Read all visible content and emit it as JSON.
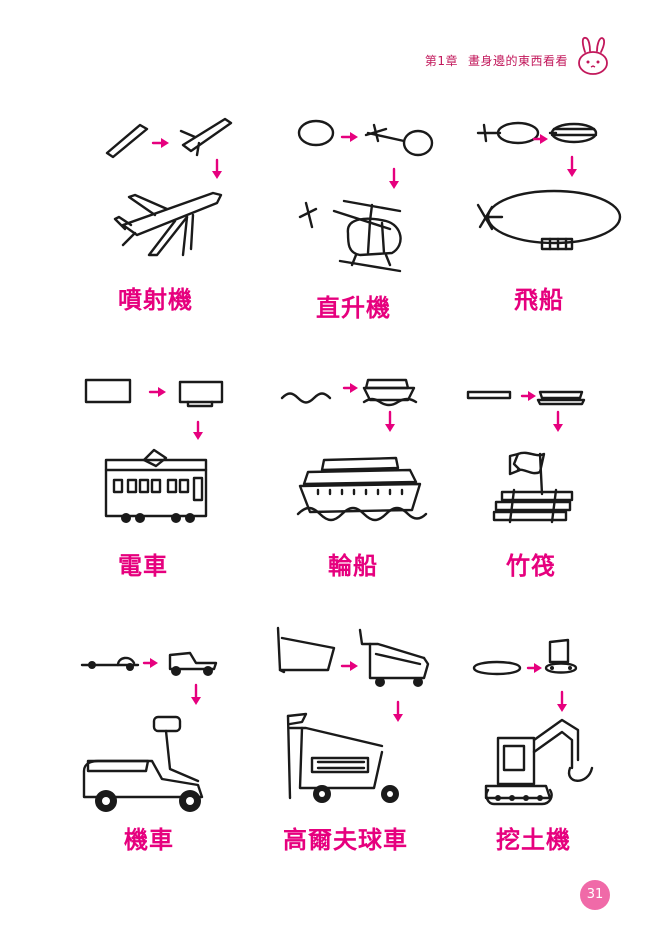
{
  "header": {
    "chapter": "第1章",
    "title": "畫身邊的東西看看"
  },
  "page_number": "31",
  "items": [
    {
      "label": "噴射機",
      "icon": "jet-plane-icon"
    },
    {
      "label": "直升機",
      "icon": "helicopter-icon"
    },
    {
      "label": "飛船",
      "icon": "airship-icon"
    },
    {
      "label": "電車",
      "icon": "tram-icon"
    },
    {
      "label": "輪船",
      "icon": "ship-icon"
    },
    {
      "label": "竹筏",
      "icon": "raft-icon"
    },
    {
      "label": "機車",
      "icon": "scooter-icon"
    },
    {
      "label": "高爾夫球車",
      "icon": "golf-cart-icon"
    },
    {
      "label": "挖土機",
      "icon": "excavator-icon"
    }
  ],
  "colors": {
    "accent": "#e6007e",
    "ink": "#1a1a1a",
    "page_badge": "#f06aa8"
  }
}
